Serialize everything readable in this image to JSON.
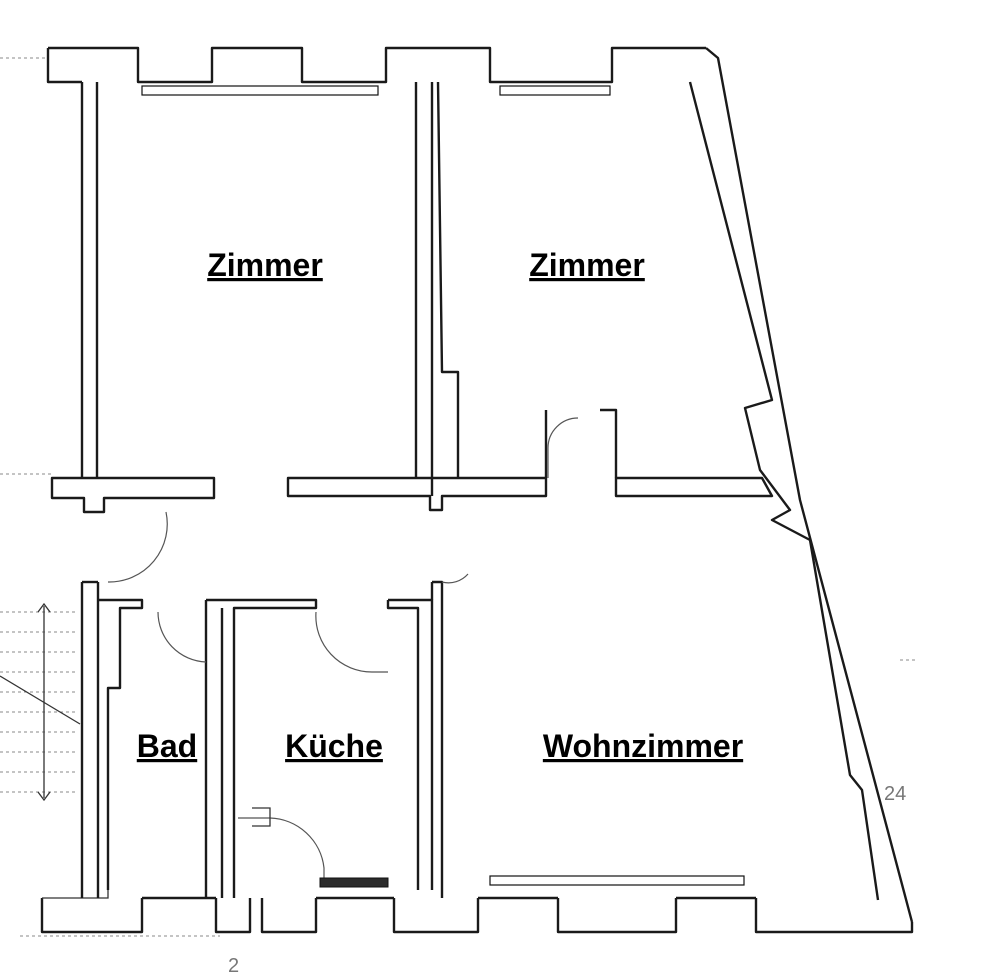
{
  "rooms": [
    {
      "id": "zimmer-left",
      "label": "Zimmer"
    },
    {
      "id": "zimmer-right",
      "label": "Zimmer"
    },
    {
      "id": "bad",
      "label": "Bad"
    },
    {
      "id": "kueche",
      "label": "Küche"
    },
    {
      "id": "wohnzimmer",
      "label": "Wohnzimmer"
    }
  ],
  "dimensions": {
    "right_side": "24",
    "bottom": "2"
  }
}
